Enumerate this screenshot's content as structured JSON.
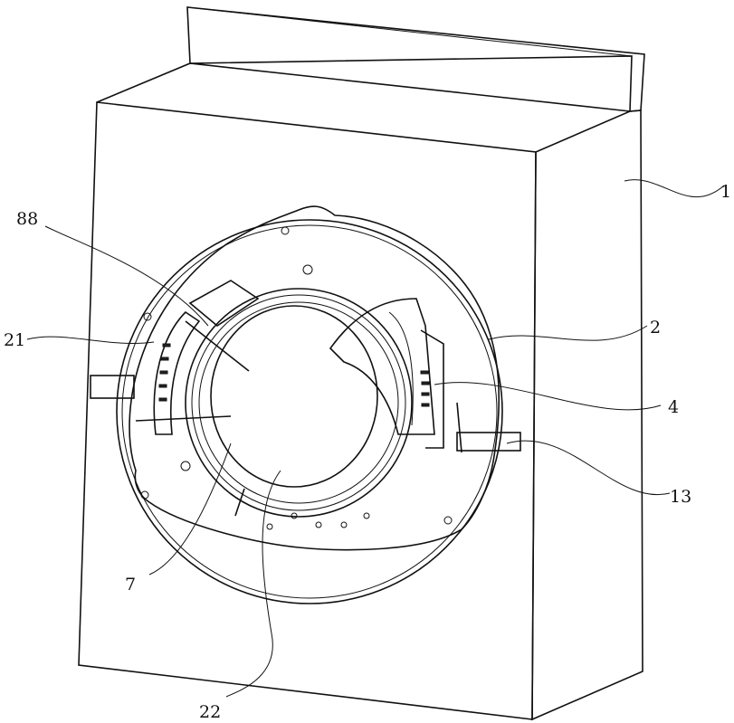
{
  "figure": {
    "labels": [
      {
        "id": "label-1",
        "text": "1"
      },
      {
        "id": "label-2",
        "text": "2"
      },
      {
        "id": "label-4",
        "text": "4"
      },
      {
        "id": "label-13",
        "text": "13"
      },
      {
        "id": "label-7",
        "text": "7"
      },
      {
        "id": "label-22",
        "text": "22"
      },
      {
        "id": "label-21",
        "text": "21"
      },
      {
        "id": "label-88",
        "text": "88"
      }
    ],
    "line_color": "#111111"
  }
}
